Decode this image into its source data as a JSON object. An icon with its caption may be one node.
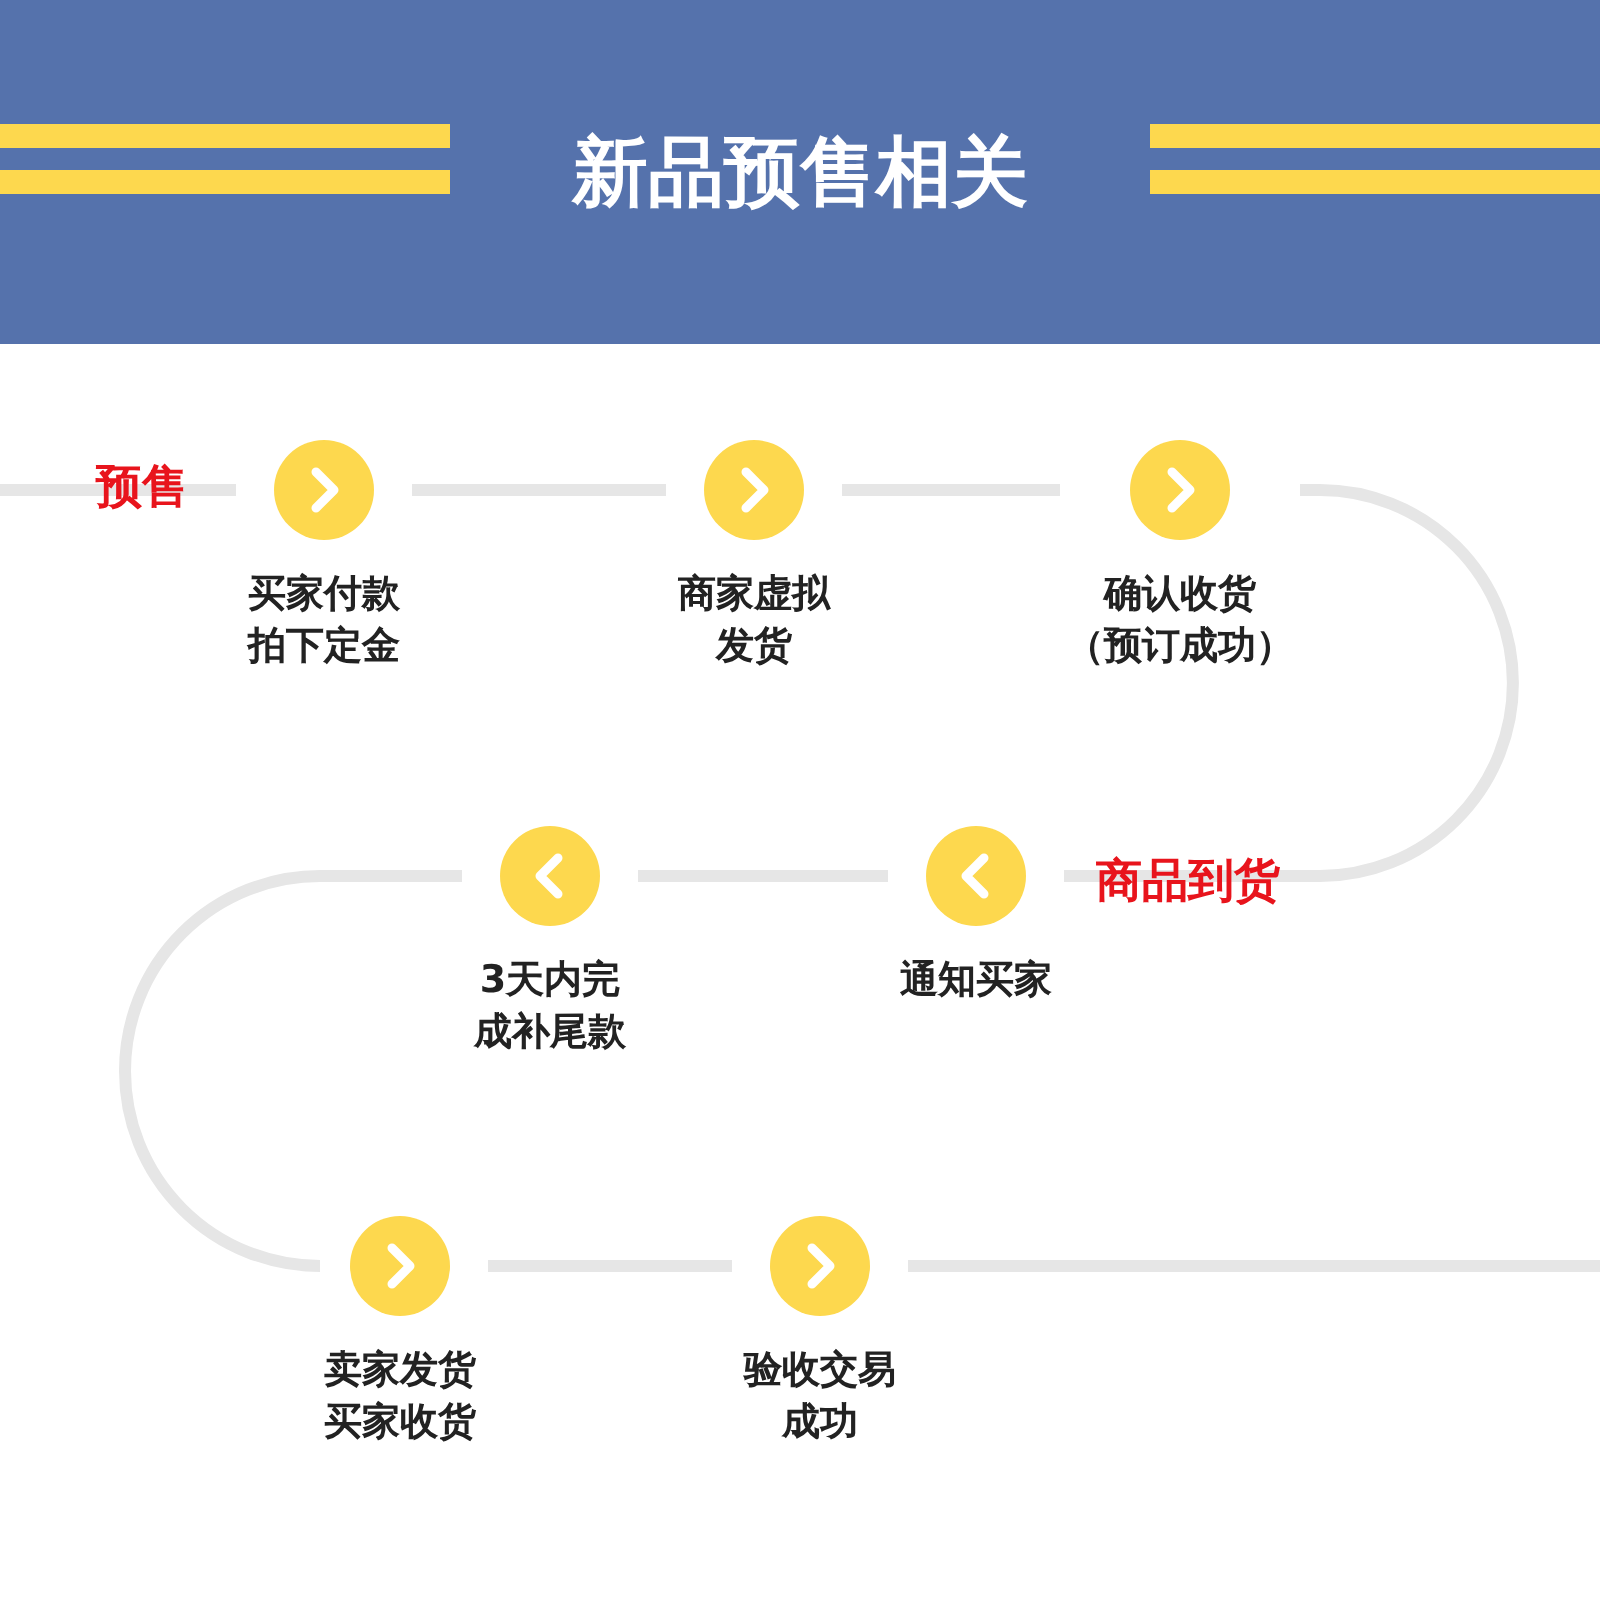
{
  "diagram": {
    "title": "新品预售相关",
    "nodes": [
      {
        "text": [
          "买家付款拍下定金"
        ]
      },
      {
        "text": [
          "商家虚拟发货"
        ]
      },
      {
        "text": [
          "确认收货（预订成功）"
        ]
      },
      {
        "text": [
          "通知买家"
        ]
      },
      {
        "text": [
          "3天内完成补尾款"
        ]
      },
      {
        "text": [
          "卖家发货买家收货"
        ]
      },
      {
        "text": [
          "验收交易成功"
        ]
      }
    ],
    "edges": [
      {
        "from": null,
        "to": 0,
        "arrow": "none"
      },
      {
        "from": 0,
        "to": 1,
        "arrow": "none"
      },
      {
        "from": 1,
        "to": 2,
        "arrow": "none"
      },
      {
        "from": 2,
        "to": 3,
        "arrow": "none"
      },
      {
        "from": 3,
        "to": 4,
        "arrow": "none"
      },
      {
        "from": 4,
        "to": 5,
        "arrow": "none"
      },
      {
        "from": 5,
        "to": 6,
        "arrow": "none"
      },
      {
        "from": 6,
        "to": null,
        "arrow": "none"
      }
    ],
    "labels": [
      "预售",
      "商品到货"
    ]
  }
}
